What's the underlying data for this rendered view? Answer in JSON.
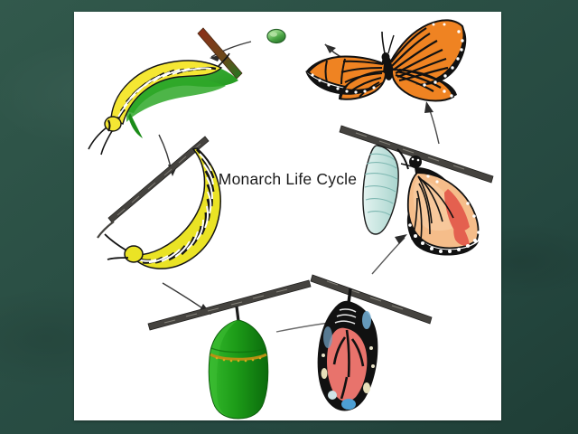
{
  "slide": {
    "background_color": "#2d5247",
    "background_name": "chalkboard-green"
  },
  "card": {
    "background_color": "#ffffff"
  },
  "diagram": {
    "title": "Monarch Life Cycle",
    "title_color": "#1a1a1a",
    "stages": [
      {
        "id": "egg",
        "label": "egg",
        "colors": {
          "body": "#3f9a46",
          "highlight": "#86cf7e",
          "outline": "#2c6b31"
        }
      },
      {
        "id": "caterpillar-on-leaf",
        "label": "caterpillar on leaf",
        "colors": {
          "leaf": "#3cb034",
          "leaf_dark": "#1f8a1c",
          "stem": "#8b2f1c",
          "stripe_yellow": "#f2e330",
          "stripe_black": "#111111",
          "stripe_white": "#ffffff"
        }
      },
      {
        "id": "hanging-j-caterpillar",
        "label": "hanging J caterpillar",
        "colors": {
          "stripe_yellow": "#e8e022",
          "stripe_black": "#111111",
          "stripe_white": "#ffffff",
          "twig": "#3a3a38"
        }
      },
      {
        "id": "green-chrysalis",
        "label": "green chrysalis",
        "colors": {
          "body": "#22a01c",
          "body_dark": "#0f7a10",
          "gold_band": "#b99113",
          "twig": "#3a3a38"
        }
      },
      {
        "id": "dark-chrysalis",
        "label": "darkening chrysalis",
        "colors": {
          "shell": "#111111",
          "wing_pink": "#e8736c",
          "blue": "#5aa7d6",
          "cream": "#e9e3c8",
          "twig": "#3a3a38"
        }
      },
      {
        "id": "emerging-butterfly",
        "label": "emerging butterfly with empty chrysalis",
        "colors": {
          "shell": "#c9e6e2",
          "wing_peach": "#f5bd8a",
          "wing_red": "#e4604f",
          "outline": "#111111",
          "spot": "#ffffff"
        }
      },
      {
        "id": "adult-butterfly",
        "label": "adult monarch butterfly",
        "colors": {
          "wing_orange": "#ef8322",
          "wing_orange_dark": "#d96a12",
          "outline": "#111111",
          "spot": "#ffffff"
        }
      }
    ],
    "arrows": [
      {
        "id": "arrow-egg-to-caterpillar",
        "label": "egg to caterpillar"
      },
      {
        "id": "arrow-caterpillar-to-hanging",
        "label": "caterpillar to hanging J"
      },
      {
        "id": "arrow-hanging-to-green-chrysalis",
        "label": "hanging J to green chrysalis"
      },
      {
        "id": "arrow-green-to-dark-chrysalis",
        "label": "green chrysalis to dark chrysalis"
      },
      {
        "id": "arrow-dark-chrysalis-to-emerging",
        "label": "dark chrysalis to emerging butterfly"
      },
      {
        "id": "arrow-emerging-to-adult",
        "label": "emerging butterfly to adult"
      },
      {
        "id": "arrow-adult-to-egg",
        "label": "adult butterfly to egg"
      }
    ]
  }
}
